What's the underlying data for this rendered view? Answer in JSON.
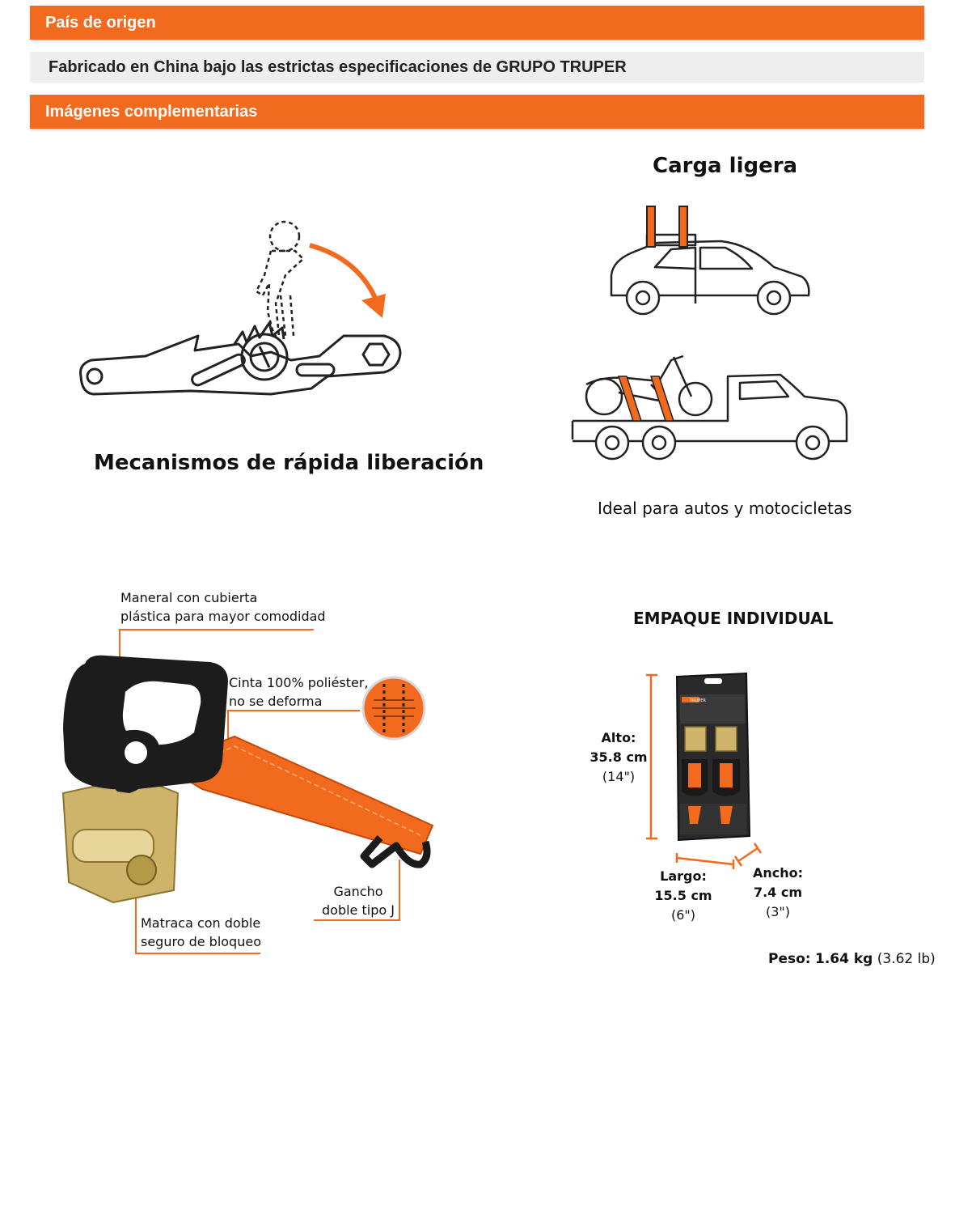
{
  "sections": {
    "origin_title": "País de origen",
    "origin_text": "Fabricado en China bajo las estrictas especificaciones de GRUPO TRUPER",
    "images_title": "Imágenes complementarias"
  },
  "panels": {
    "mechanism_caption": "Mecanismos de rápida liberación",
    "light_load_title": "Carga ligera",
    "light_load_caption": "Ideal para autos y motocicletas"
  },
  "product_callouts": {
    "handle_line1": "Maneral con cubierta",
    "handle_line2": "plástica para mayor comodidad",
    "strap_line1": "Cinta 100% poliéster,",
    "strap_line2": "no se deforma",
    "hook_line1": "Gancho",
    "hook_line2": "doble tipo J",
    "ratchet_line1": "Matraca con doble",
    "ratchet_line2": "seguro de bloqueo"
  },
  "package": {
    "title": "EMPAQUE INDIVIDUAL",
    "height_label": "Alto:",
    "height_value": "35.8 cm",
    "height_in": "(14\")",
    "length_label": "Largo:",
    "length_value": "15.5 cm",
    "length_in": "(6\")",
    "width_label": "Ancho:",
    "width_value": "7.4 cm",
    "width_in": "(3\")",
    "weight_label": "Peso:",
    "weight_value": "1.64 kg",
    "weight_lb": "(3.62 lb)",
    "brand_mark": "TRUPER"
  },
  "colors": {
    "accent": "#f26a1d",
    "row_bg": "#eeeeee",
    "icon_stroke": "#222222"
  }
}
